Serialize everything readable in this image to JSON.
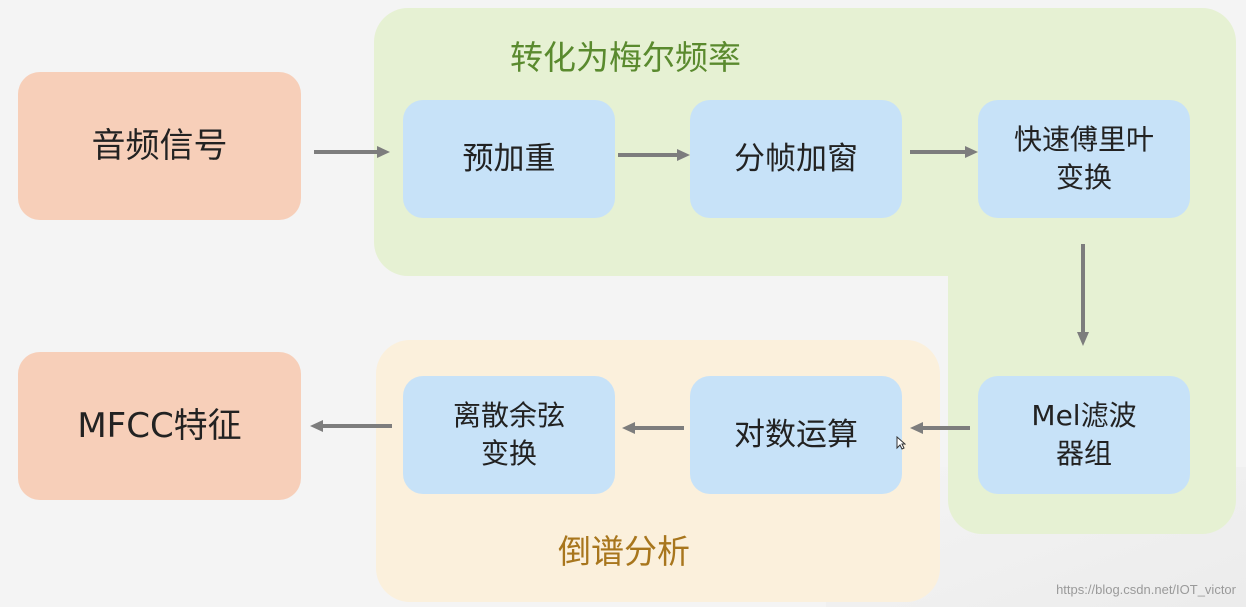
{
  "regions": {
    "mel_title": "转化为梅尔频率",
    "cepstrum_title": "倒谱分析"
  },
  "nodes": {
    "audio_signal": "音频信号",
    "pre_emphasis": "预加重",
    "framing_windowing": "分帧加窗",
    "fft": [
      "快速傅里叶",
      "变换"
    ],
    "mel_filter_bank": [
      "Mel滤波",
      "器组"
    ],
    "log_operation": "对数运算",
    "dct": [
      "离散余弦",
      "变换"
    ],
    "mfcc_feature": "MFCC特征"
  },
  "watermark": "https://blog.csdn.net/IOT_victor",
  "colors": {
    "salmon_box": "#f7cfb9",
    "blue_box": "#c7e2f8",
    "green_region": "#e6f1d3",
    "orange_region": "#fbf0dc",
    "arrow": "#7d7d7d"
  }
}
